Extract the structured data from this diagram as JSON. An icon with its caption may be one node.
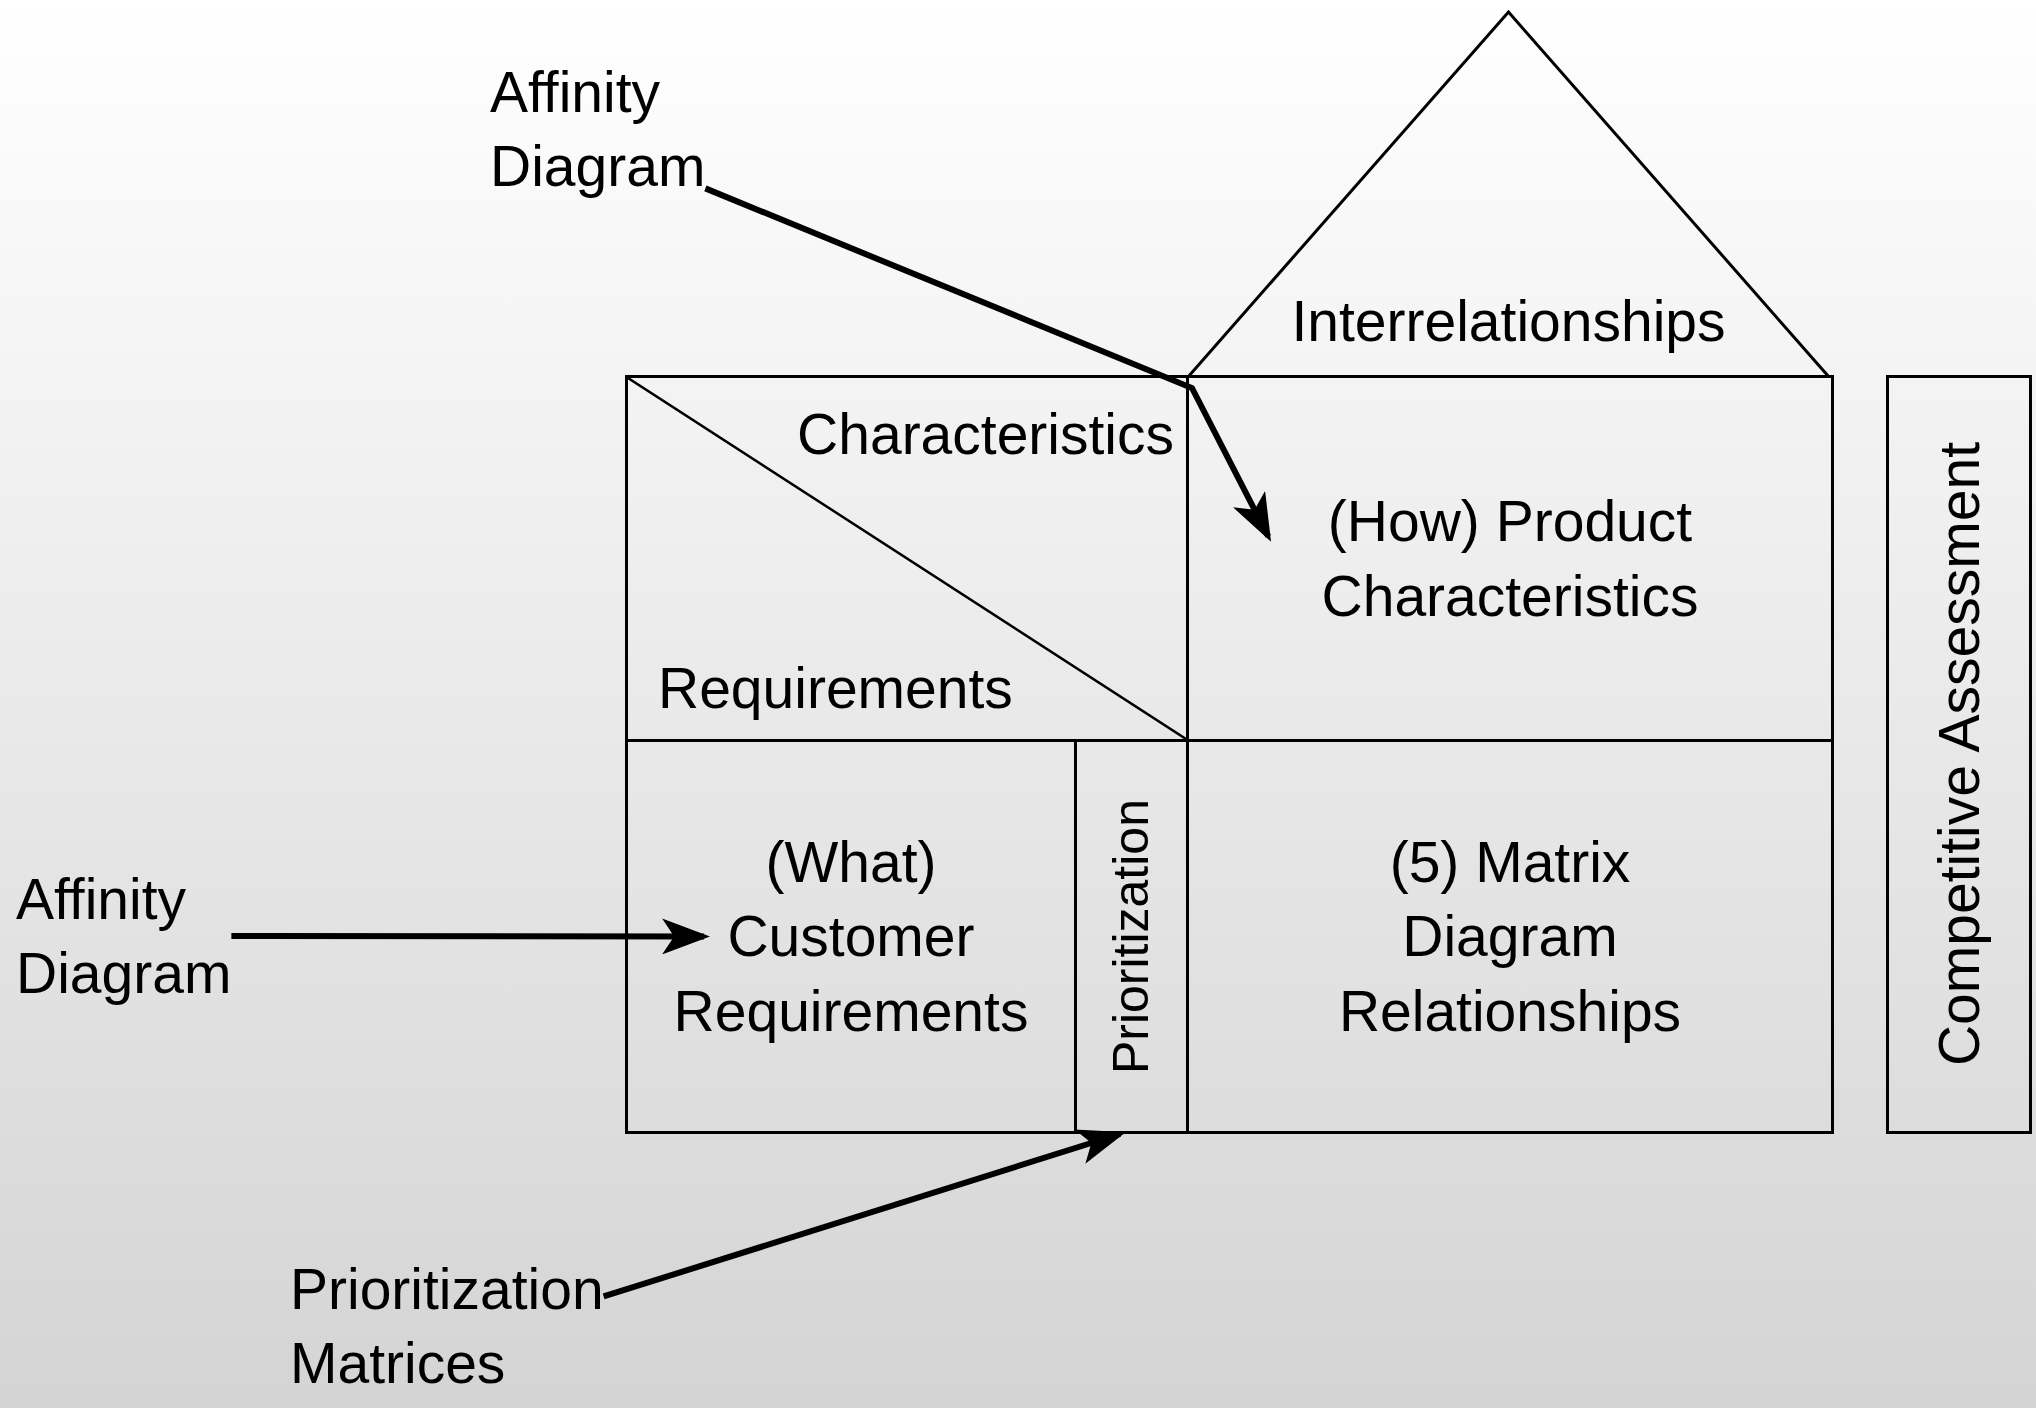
{
  "diagram": {
    "nodes": [
      {
        "text": [
          "Interrelationships"
        ]
      },
      {
        "text": [
          "Characteristics",
          "Requirements"
        ]
      },
      {
        "text": [
          "(How) Product Characteristics"
        ]
      },
      {
        "text": [
          "(What) Customer Requirements"
        ]
      },
      {
        "text": [
          "Prioritization"
        ]
      },
      {
        "text": [
          "(5) Matrix Diagram Relationships"
        ]
      },
      {
        "text": [
          "Competitive Assessment"
        ]
      },
      {
        "text": [
          "Affinity Diagram"
        ]
      },
      {
        "text": [
          "Affinity Diagram"
        ]
      },
      {
        "text": [
          "Prioritization Matrices"
        ]
      }
    ],
    "edges": [
      {
        "from": 7,
        "to": 2,
        "arrow": "to"
      },
      {
        "from": 8,
        "to": 3,
        "arrow": "to"
      },
      {
        "from": 9,
        "to": 4,
        "arrow": "to"
      }
    ]
  }
}
